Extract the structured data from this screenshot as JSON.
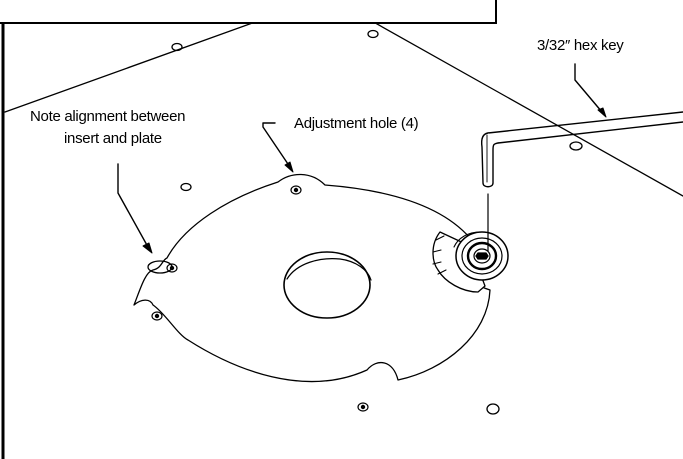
{
  "figure": {
    "title_fragment": "",
    "labels": {
      "hex_key": "3/32″ hex key",
      "note_line1": "Note alignment between",
      "note_line2": "insert and plate",
      "adjustment_hole": "Adjustment hole (4)"
    }
  },
  "colors": {
    "line": "#000000",
    "background": "#ffffff"
  }
}
